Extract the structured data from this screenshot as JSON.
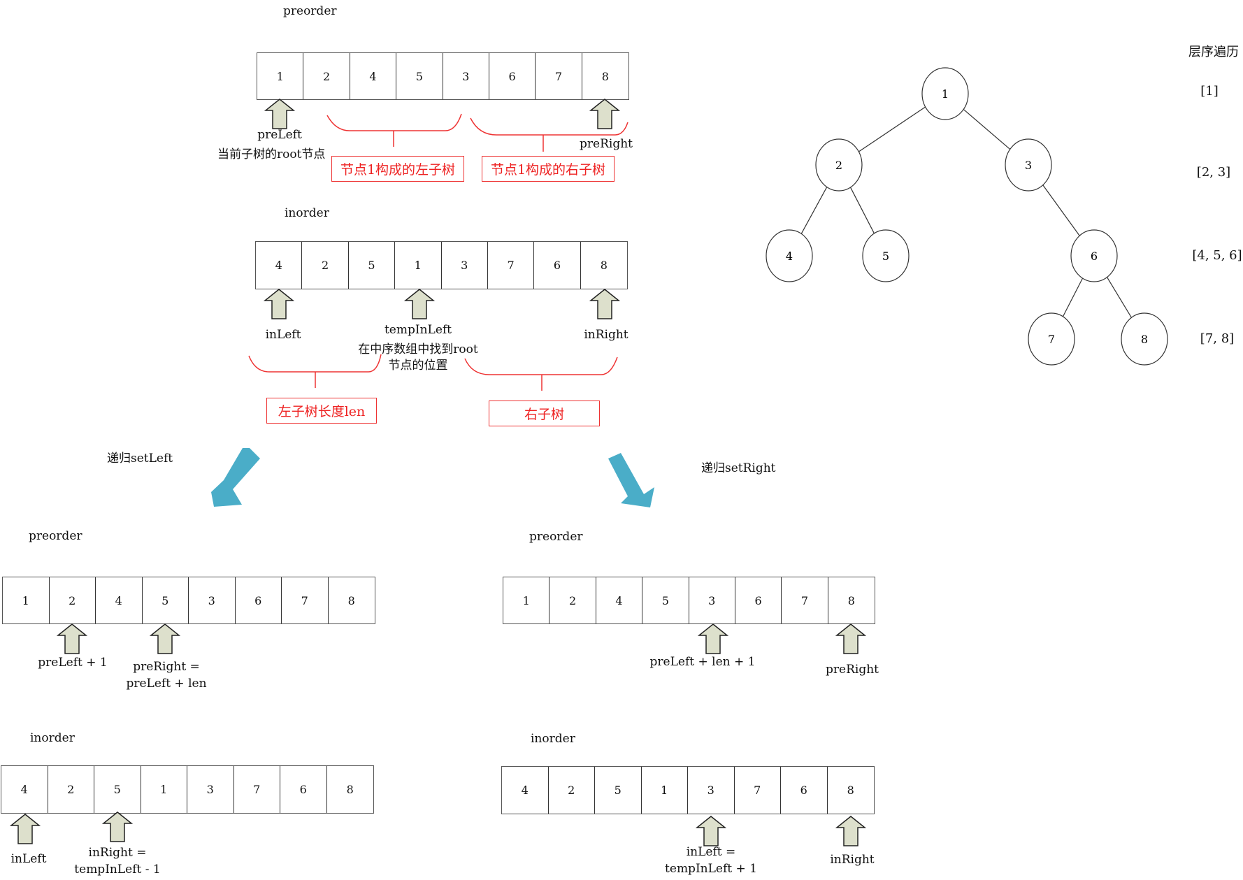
{
  "colors": {
    "pointer_fill": "#dde0cc",
    "pointer_stroke": "#222222",
    "bracket": "#ee3333",
    "flow_arrow": "#4aadc8"
  },
  "top": {
    "preorder_title": "preorder",
    "preorder": [
      "1",
      "2",
      "4",
      "5",
      "3",
      "6",
      "7",
      "8"
    ],
    "preLeft_label": "preLeft",
    "root_note": "当前子树的root节点",
    "preRight_label": "preRight",
    "left_subtree_box": "节点1构成的左子树",
    "right_subtree_box": "节点1构成的右子树",
    "inorder_title": "inorder",
    "inorder": [
      "4",
      "2",
      "5",
      "1",
      "3",
      "7",
      "6",
      "8"
    ],
    "inLeft_label": "inLeft",
    "tempInLeft_label": "tempInLeft",
    "tempInLeft_note_1": "在中序数组中找到root",
    "tempInLeft_note_2": "节点的位置",
    "inRight_label": "inRight",
    "left_len_box": "左子树长度len",
    "right_box": "右子树"
  },
  "flow": {
    "left_label": "递归setLeft",
    "right_label": "递归setRight"
  },
  "left_branch": {
    "preorder_title": "preorder",
    "preorder": [
      "1",
      "2",
      "4",
      "5",
      "3",
      "6",
      "7",
      "8"
    ],
    "ptr1_label": "preLeft + 1",
    "ptr2_label_1": "preRight =",
    "ptr2_label_2": "preLeft + len",
    "inorder_title": "inorder",
    "inorder": [
      "4",
      "2",
      "5",
      "1",
      "3",
      "7",
      "6",
      "8"
    ],
    "inLeft_label": "inLeft",
    "inRight_label_1": "inRight =",
    "inRight_label_2": "tempInLeft - 1"
  },
  "right_branch": {
    "preorder_title": "preorder",
    "preorder": [
      "1",
      "2",
      "4",
      "5",
      "3",
      "6",
      "7",
      "8"
    ],
    "ptr1_label": "preLeft + len + 1",
    "ptr2_label": "preRight",
    "inorder_title": "inorder",
    "inorder": [
      "4",
      "2",
      "5",
      "1",
      "3",
      "7",
      "6",
      "8"
    ],
    "inLeft_label_1": "inLeft =",
    "inLeft_label_2": "tempInLeft + 1",
    "inRight_label": "inRight"
  },
  "tree": {
    "title": "层序遍历",
    "nodes": [
      {
        "id": "1",
        "parent": null
      },
      {
        "id": "2",
        "parent": "1"
      },
      {
        "id": "3",
        "parent": "1"
      },
      {
        "id": "4",
        "parent": "2"
      },
      {
        "id": "5",
        "parent": "2"
      },
      {
        "id": "6",
        "parent": "3"
      },
      {
        "id": "7",
        "parent": "6"
      },
      {
        "id": "8",
        "parent": "6"
      }
    ],
    "levels": [
      "[1]",
      "[2, 3]",
      "[4, 5, 6]",
      "[7, 8]"
    ]
  }
}
